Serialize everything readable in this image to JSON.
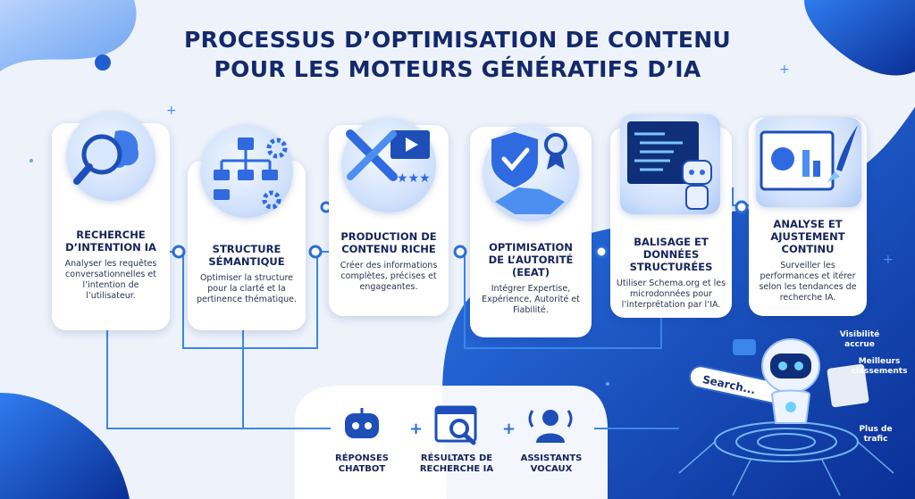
{
  "title": {
    "line1": "PROCESSUS D’OPTIMISATION DE CONTENU",
    "line2": "POUR LES MOTEURS GÉNÉRATIFS D’IA"
  },
  "steps": [
    {
      "title_lines": [
        "RECHERCHE",
        "D’INTENTION IA"
      ],
      "description": "Analyser les requêtes conversationnelles et l’intention de l’utilisateur."
    },
    {
      "title_lines": [
        "STRUCTURE",
        "SÉMANTIQUE"
      ],
      "description": "Optimiser la structure pour la clarté et la pertinence thématique."
    },
    {
      "title_lines": [
        "PRODUCTION DE",
        "CONTENU RICHE"
      ],
      "description": "Créer des informations complètes, précises et engageantes."
    },
    {
      "title_lines": [
        "OPTIMISATION",
        "DE L’AUTORITÉ",
        "(EEAT)"
      ],
      "description": "Intégrer Expertise, Expérience, Autorité et Fiabilité."
    },
    {
      "title_lines": [
        "BALISAGE ET",
        "DONNÉES",
        "STRUCTURÉES"
      ],
      "description": "Utiliser Schema.org et les microdonnées pour l’interprétation par l’IA."
    },
    {
      "title_lines": [
        "ANALYSE ET",
        "AJUSTEMENT",
        "CONTINU"
      ],
      "description": "Surveiller les performances et itérer selon les tendances de recherche IA."
    }
  ],
  "outputs": [
    {
      "lines": [
        "RÉPONSES",
        "CHATBOT"
      ],
      "icon": "robot-chat-icon"
    },
    {
      "lines": [
        "RÉSULTATS DE",
        "RECHERCHE IA"
      ],
      "icon": "search-results-icon"
    },
    {
      "lines": [
        "ASSISTANTS",
        "VOCAUX"
      ],
      "icon": "voice-assistant-icon"
    }
  ],
  "plus_sign": "+",
  "search_text": "Search...",
  "benefits": [
    {
      "lines": [
        "Visibilité",
        "accrue"
      ]
    },
    {
      "lines": [
        "Meilleurs",
        "classements"
      ]
    },
    {
      "lines": [
        "Plus de",
        "trafic"
      ]
    }
  ],
  "colors": {
    "navy": "#14296b",
    "blue": "#2b6fd6",
    "deep": "#0d3fa8",
    "light": "#cfe0fb"
  }
}
